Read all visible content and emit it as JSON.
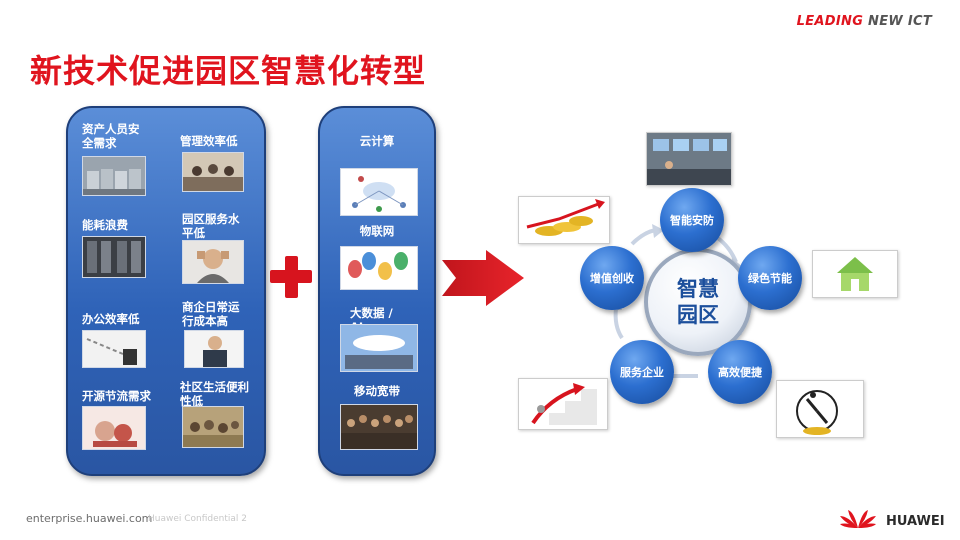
{
  "header": {
    "brand_part1": "LEADING ",
    "brand_part2": "NEW ICT",
    "title": "新技术促进园区智慧化转型"
  },
  "problems_panel": {
    "items": [
      {
        "label": "资产人员安全需求",
        "label_lines": [
          "资产人员安",
          "全需求"
        ]
      },
      {
        "label": "管理效率低",
        "label_lines": [
          "管理效率低"
        ]
      },
      {
        "label": "能耗浪费",
        "label_lines": [
          "能耗浪费"
        ]
      },
      {
        "label": "园区服务水平低",
        "label_lines": [
          "园区服务水",
          "平低"
        ]
      },
      {
        "label": "办公效率低",
        "label_lines": [
          "办公效率低"
        ]
      },
      {
        "label": "商企日常运行成本高",
        "label_lines": [
          "商企日常运",
          "行成本高"
        ]
      },
      {
        "label": "开源节流需求",
        "label_lines": [
          "开源节流需求"
        ]
      },
      {
        "label": "社区生活便利性低",
        "label_lines": [
          "社区生活便利",
          "性低"
        ]
      }
    ]
  },
  "tech_panel": {
    "items": [
      {
        "label_lines": [
          "云计算"
        ]
      },
      {
        "label_lines": [
          "物联网"
        ]
      },
      {
        "label_lines": [
          "大数据 /",
          "AI"
        ]
      },
      {
        "label_lines": [
          "移动宽带"
        ]
      }
    ]
  },
  "cycle": {
    "center_lines": [
      "智慧",
      "园区"
    ],
    "nodes": [
      "智能安防",
      "绿色节能",
      "高效便捷",
      "服务企业",
      "增值创收"
    ]
  },
  "footer": {
    "url": "enterprise.huawei.com",
    "confidential": "Huawei Confidential  2",
    "logo_text": "HUAWEI"
  },
  "colors": {
    "accent_red": "#e0141e",
    "panel_blue": "#2f63b8",
    "node_blue": "#2c6fd0"
  }
}
